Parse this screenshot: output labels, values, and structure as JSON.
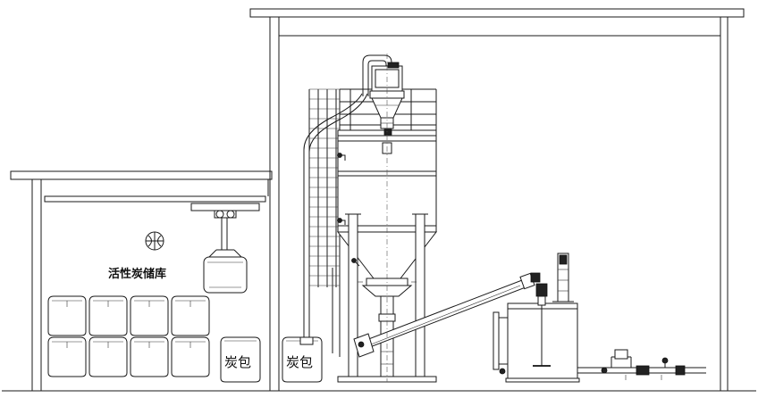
{
  "labels": {
    "storage_room": "活性炭储库",
    "carbon_bag_1": "炭包",
    "carbon_bag_2": "炭包"
  }
}
